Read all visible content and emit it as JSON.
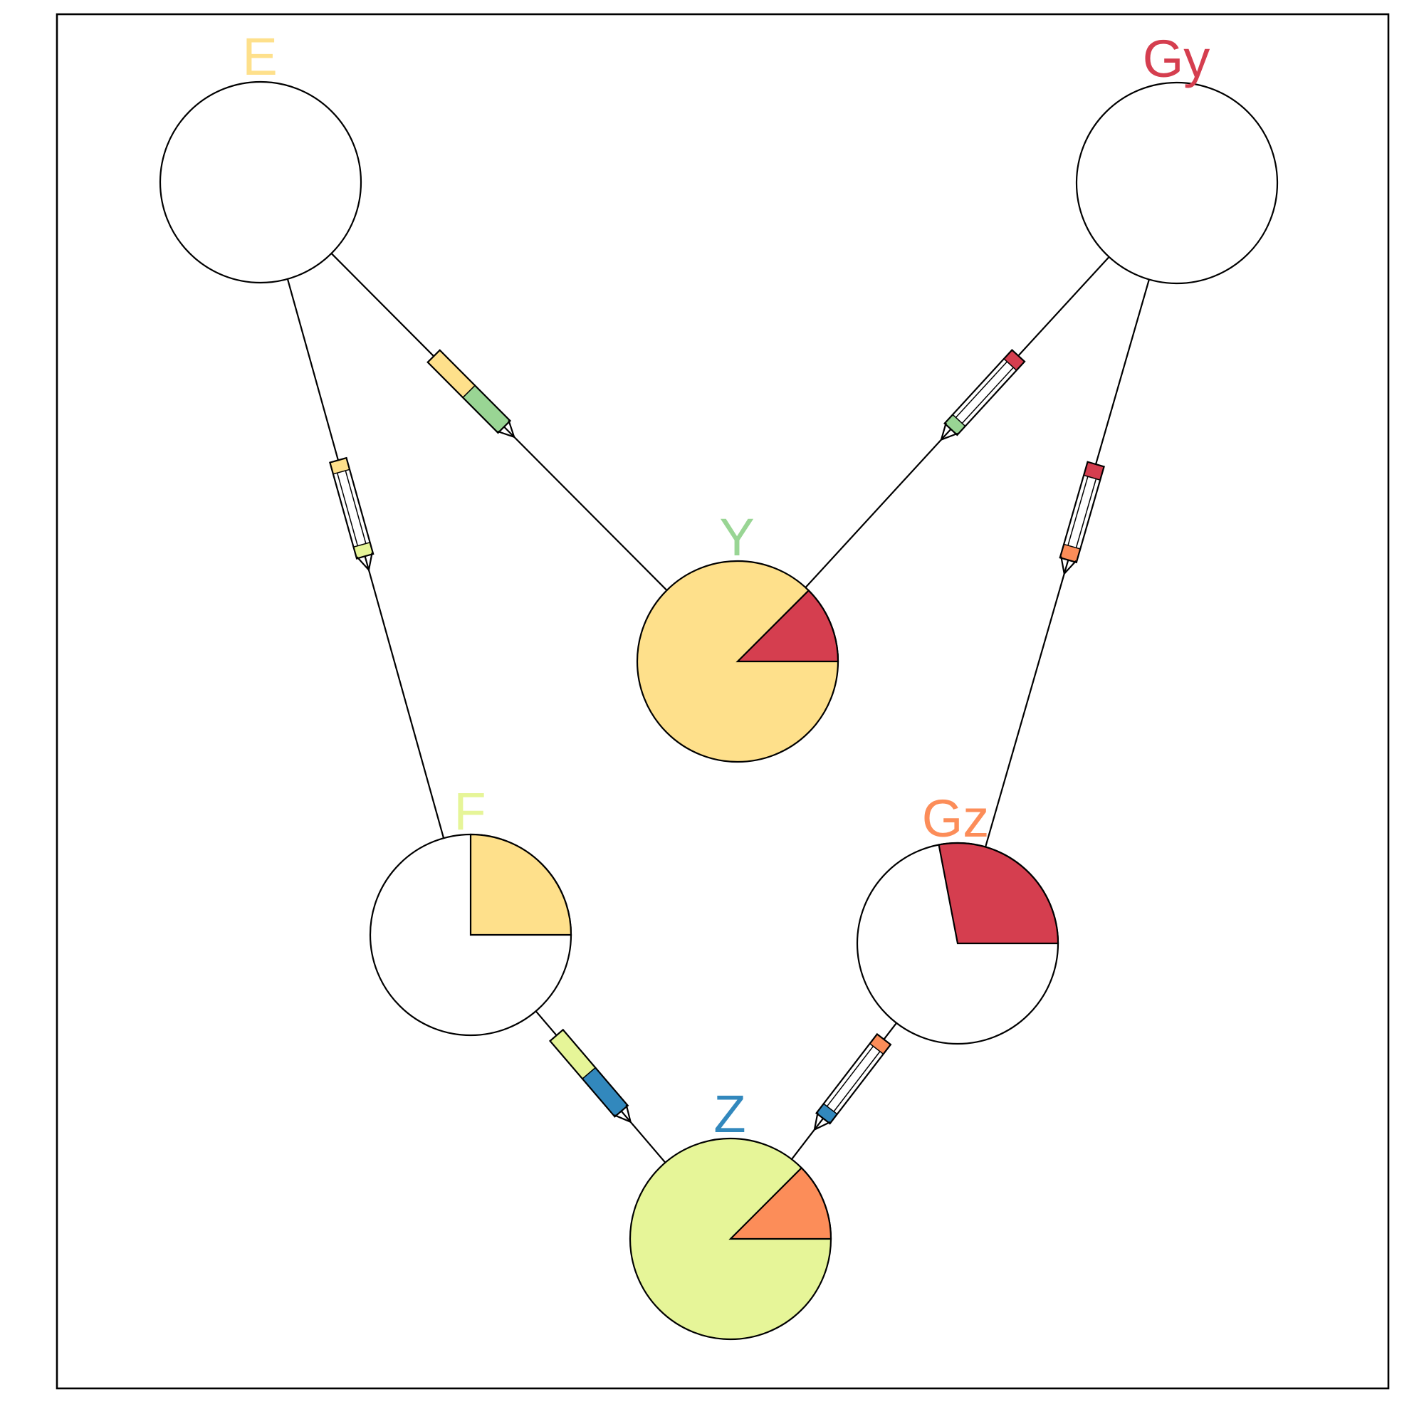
{
  "colors": {
    "E": "#fee08b",
    "Gy": "#d53e4f",
    "Y": "#99d594",
    "F": "#e6f598",
    "Gz": "#fc8d59",
    "Z": "#3288bd"
  },
  "nodes": [
    {
      "id": "E",
      "label": "E",
      "fill": "#ffffff",
      "slices": []
    },
    {
      "id": "Gy",
      "label": "Gy",
      "fill": "#ffffff",
      "slices": []
    },
    {
      "id": "Y",
      "label": "Y",
      "fill": "#fee08b",
      "slices": [
        {
          "from": "Gy",
          "color": "#d53e4f",
          "fraction": 0.125
        }
      ]
    },
    {
      "id": "F",
      "label": "F",
      "fill": "#ffffff",
      "slices": [
        {
          "from": "E",
          "color": "#fee08b",
          "fraction": 0.25
        }
      ]
    },
    {
      "id": "Gz",
      "label": "Gz",
      "fill": "#ffffff",
      "slices": [
        {
          "from": "Gy",
          "color": "#d53e4f",
          "fraction": 0.28
        }
      ]
    },
    {
      "id": "Z",
      "label": "Z",
      "fill": "#e6f598",
      "slices": [
        {
          "from": "Gz",
          "color": "#fc8d59",
          "fraction": 0.125
        }
      ]
    }
  ],
  "edges": [
    {
      "from": "E",
      "to": "Y",
      "source_share": 0.5,
      "target_share": 0.5
    },
    {
      "from": "Gy",
      "to": "Y",
      "source_share": 0.12,
      "target_share": 0.12
    },
    {
      "from": "E",
      "to": "F",
      "source_share": 0.12,
      "target_share": 0.12
    },
    {
      "from": "Gy",
      "to": "Gz",
      "source_share": 0.14,
      "target_share": 0.14
    },
    {
      "from": "F",
      "to": "Z",
      "source_share": 0.5,
      "target_share": 0.5
    },
    {
      "from": "Gz",
      "to": "Z",
      "source_share": 0.12,
      "target_share": 0.12
    }
  ]
}
